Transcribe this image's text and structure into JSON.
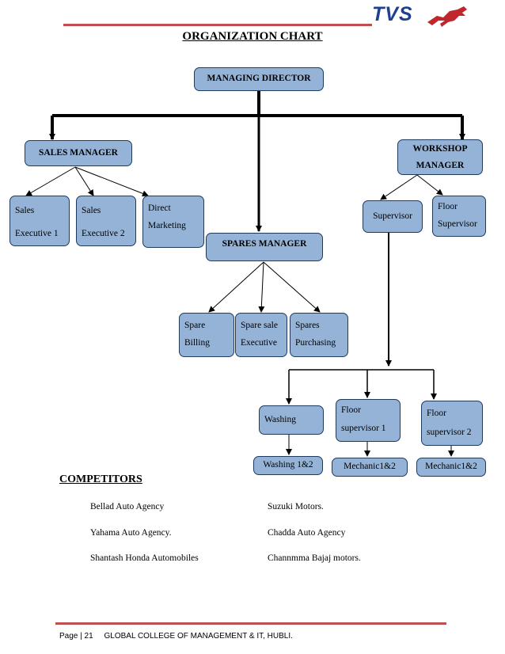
{
  "logo": {
    "text": "TVS"
  },
  "title": "ORGANIZATION CHART",
  "nodes": {
    "md": "MANAGING DIRECTOR",
    "sales_mgr": "SALES MANAGER",
    "workshop_mgr": [
      "WORKSHOP",
      "MANAGER"
    ],
    "spares_mgr": "SPARES MANAGER",
    "sales_exec1": [
      "Sales",
      "Executive 1"
    ],
    "sales_exec2": [
      "Sales",
      "Executive 2"
    ],
    "direct_marketing": [
      "Direct",
      "Marketing"
    ],
    "supervisor": "Supervisor",
    "floor_supervisor": [
      "Floor",
      "Supervisor"
    ],
    "spare_billing": [
      "Spare",
      "Billing"
    ],
    "spare_sale_exec": [
      "Spare sale",
      "Executive"
    ],
    "spares_purchasing": [
      "Spares",
      "Purchasing"
    ],
    "washing": "Washing",
    "floor_sup1": [
      "Floor",
      "supervisor 1"
    ],
    "floor_sup2": [
      "Floor",
      "supervisor 2"
    ],
    "washing12": "Washing 1&2",
    "mechanic12_a": "Mechanic1&2",
    "mechanic12_b": "Mechanic1&2"
  },
  "competitors": {
    "heading": "COMPETITORS",
    "left": [
      "Bellad Auto Agency",
      "Yahama Auto Agency.",
      "Shantash Honda Automobiles"
    ],
    "right": [
      "Suzuki Motors.",
      "Chadda Auto Agency",
      "Channmma Bajaj motors."
    ]
  },
  "footer": "Page | 21     GLOBAL COLLEGE OF MANAGEMENT & IT, HUBLI.",
  "colors": {
    "box_fill": "#95b3d7",
    "rule": "#c0504d",
    "logo": "#1f3f93"
  }
}
